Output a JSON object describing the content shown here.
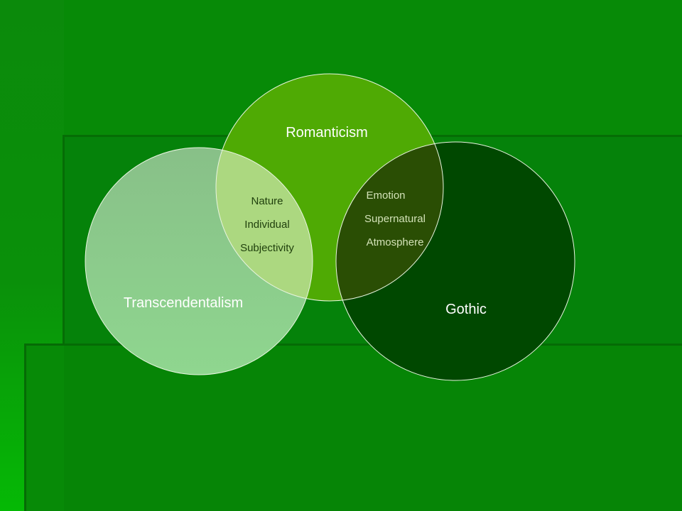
{
  "diagram": {
    "type": "venn",
    "sets": [
      {
        "label": "Romanticism",
        "color": "#4fa805"
      },
      {
        "label": "Transcendentalism",
        "color": "#8fce8c"
      },
      {
        "label": "Gothic",
        "color": "#004800"
      }
    ],
    "overlaps": {
      "romanticism_transcendentalism": [
        "Nature",
        "Individual",
        "Subjectivity"
      ],
      "romanticism_gothic": [
        "Emotion",
        "Supernatural",
        "Atmosphere"
      ]
    },
    "background_color": "#078a07"
  }
}
